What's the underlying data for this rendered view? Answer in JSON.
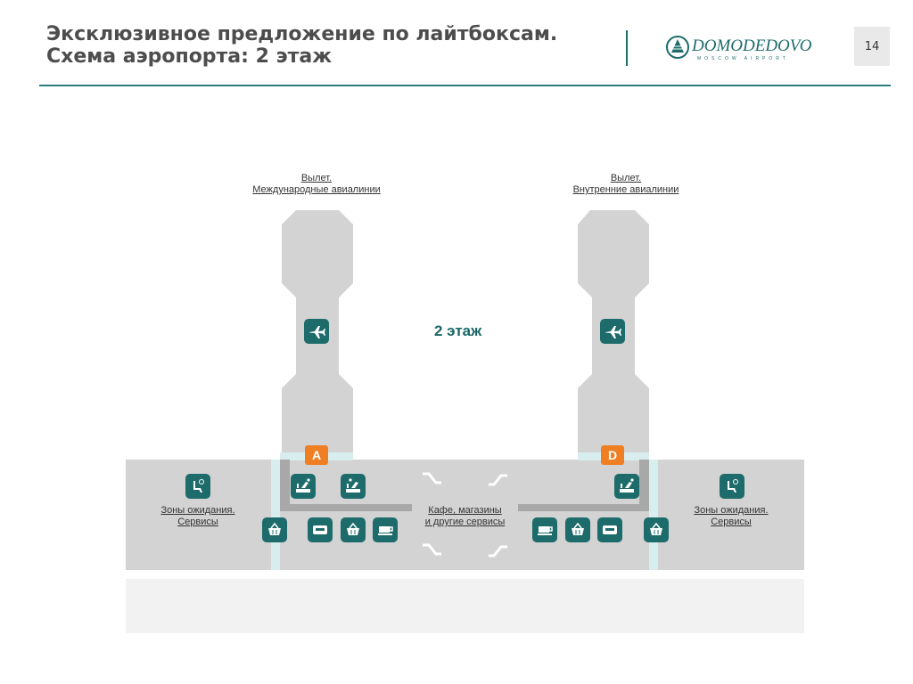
{
  "header": {
    "title_line1": "Эксклюзивное предложение по лайтбоксам.",
    "title_line2": "Схема аэропорта:  2 этаж",
    "page_number": "14"
  },
  "logo": {
    "name": "DOMODEDOVO",
    "tagline": "MOSCOW AIRPORT"
  },
  "map": {
    "floor_label": "2 этаж",
    "departures_left": {
      "line1": "Вылет.",
      "line2": "Международные авиалинии"
    },
    "departures_right": {
      "line1": "Вылет.",
      "line2": "Внутренние авиалинии"
    },
    "waiting_left": {
      "line1": "Зоны ожидания.",
      "line2": "Сервисы"
    },
    "waiting_right": {
      "line1": "Зоны ожидания.",
      "line2": "Сервисы"
    },
    "center": {
      "line1": "Кафе, магазины",
      "line2": "и другие сервисы"
    },
    "gates": {
      "left": "A",
      "right": "D"
    },
    "colors": {
      "accent": "#1e6b6b",
      "gate": "#f07f24",
      "area": "#d3d3d3",
      "corridor": "#d8eeee"
    }
  }
}
